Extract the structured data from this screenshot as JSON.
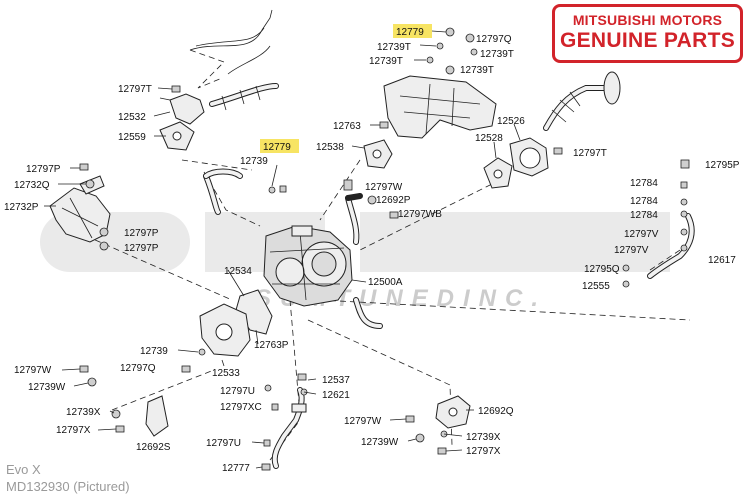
{
  "logo": {
    "line1": "MITSUBISHI MOTORS",
    "line2": "GENUINE PARTS",
    "color": "#d2232a"
  },
  "watermark": {
    "text": "SUMTUNEDINC."
  },
  "highlight_color": "#f7e463",
  "captions": {
    "model": "Evo X",
    "part_number": "MD132930 (Pictured)"
  },
  "part_labels": [
    "12779",
    "12797Q",
    "12739T",
    "12739T",
    "12739T",
    "12739T",
    "12797T",
    "12532",
    "12559",
    "12763",
    "12538",
    "12526",
    "12528",
    "12797T",
    "12779",
    "12739",
    "12795P",
    "12797P",
    "12732Q",
    "12797W",
    "12692P",
    "12797WB",
    "12784",
    "12784",
    "12784",
    "12732P",
    "12797P",
    "12797P",
    "12797V",
    "12797V",
    "12617",
    "12534",
    "12500A",
    "12795Q",
    "12555",
    "12763P",
    "12739",
    "12797Q",
    "12533",
    "12797W",
    "12739W",
    "12537",
    "12797U",
    "12621",
    "12797XC",
    "12692Q",
    "12739X",
    "12797X",
    "12692S",
    "12797W",
    "12739W",
    "12739X",
    "12797U",
    "12797X",
    "12777"
  ]
}
